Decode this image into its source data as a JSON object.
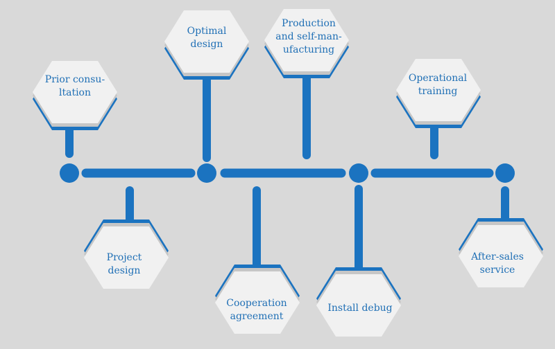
{
  "colors": {
    "accent": "#1b73c0",
    "hex_fill": "#f1f1f1",
    "hex_shadow": "#c6c6c6",
    "label": "#1f6fb5",
    "background": "#d9d9d9"
  },
  "steps": [
    {
      "id": "prior-consultation",
      "label": "Prior consu-\nltation"
    },
    {
      "id": "project-design",
      "label": "Project\ndesign"
    },
    {
      "id": "optimal-design",
      "label": "Optimal\ndesign"
    },
    {
      "id": "cooperation-agreement",
      "label": "Cooperation\nagreement"
    },
    {
      "id": "production",
      "label": "Production\nand self-man-\nufacturing"
    },
    {
      "id": "install-debug",
      "label": "Install debug"
    },
    {
      "id": "operational-training",
      "label": "Operational\ntraining"
    },
    {
      "id": "after-sales-service",
      "label": "After-sales\nservice"
    }
  ]
}
